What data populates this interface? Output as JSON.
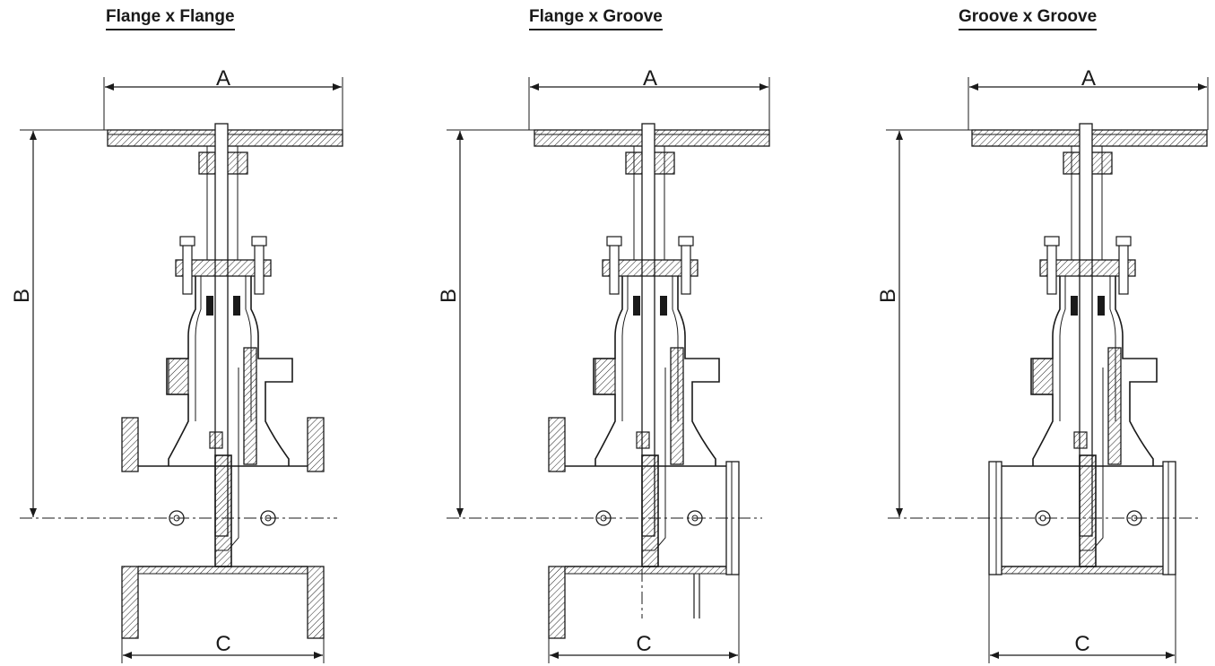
{
  "titles": {
    "flange_flange": "Flange x Flange",
    "flange_groove": "Flange x Groove",
    "groove_groove": "Groove x Groove"
  },
  "dimensions": {
    "a": "A",
    "b": "B",
    "c": "C"
  }
}
